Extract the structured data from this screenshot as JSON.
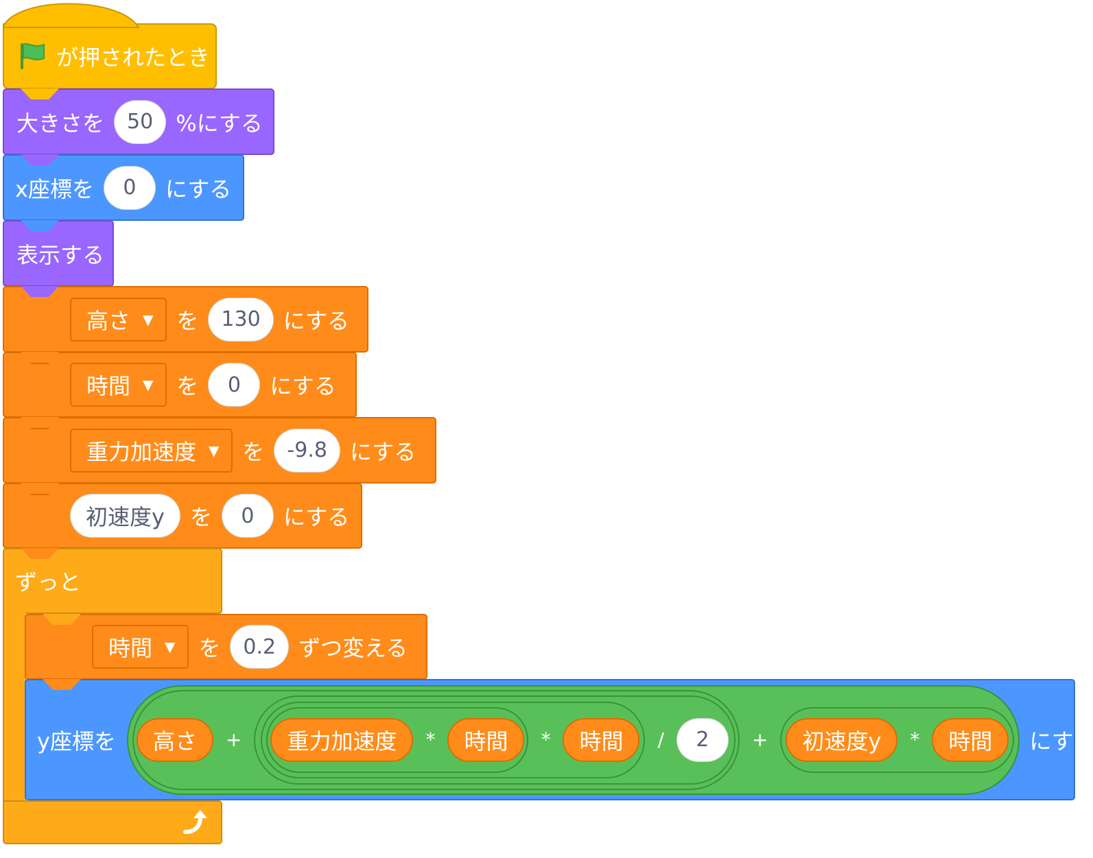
{
  "script": {
    "hat": {
      "label": "が押されたとき",
      "flag_icon": "green-flag-icon"
    },
    "set_size": {
      "prefix": "大きさを",
      "value": "50",
      "suffix": "%にする"
    },
    "set_x": {
      "prefix": "x座標を",
      "value": "0",
      "suffix": "にする"
    },
    "show": {
      "label": "表示する"
    },
    "set_vars": [
      {
        "variable": "高さ",
        "connector": "を",
        "value": "130",
        "suffix": "にする"
      },
      {
        "variable": "時間",
        "connector": "を",
        "value": "0",
        "suffix": "にする"
      },
      {
        "variable": "重力加速度",
        "connector": "を",
        "value": "-9.8",
        "suffix": "にする"
      }
    ],
    "set_v0": {
      "variable": "初速度y",
      "connector": "を",
      "value": "0",
      "suffix": "にする"
    },
    "forever": {
      "label": "ずっと",
      "loop_icon": "loop-arrow-icon"
    },
    "change_time": {
      "variable": "時間",
      "connector": "を",
      "value": "0.2",
      "suffix": "ずつ変える"
    },
    "set_y": {
      "prefix": "y座標を",
      "suffix": "にする",
      "h": "高さ",
      "plus1": "+",
      "g": "重力加速度",
      "mul1": "*",
      "t1": "時間",
      "mul2": "*",
      "t2": "時間",
      "div": "/",
      "two": "2",
      "plus2": "+",
      "v0": "初速度y",
      "mul3": "*",
      "t3": "時間"
    }
  },
  "colors": {
    "events": "#FFBF00",
    "looks": "#9966FF",
    "motion": "#4C97FF",
    "variables": "#FF8C1A",
    "control": "#FFAB19",
    "operators": "#59C059"
  }
}
